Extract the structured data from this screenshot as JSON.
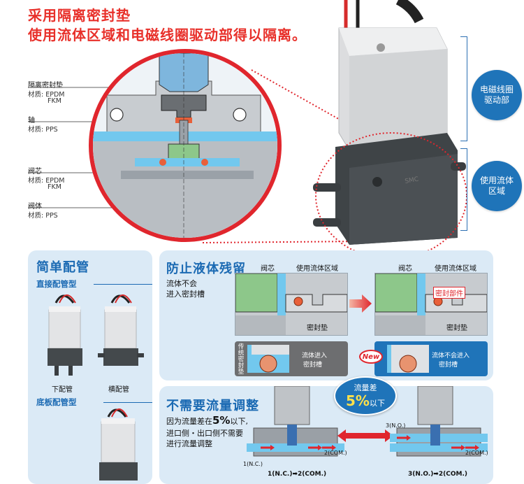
{
  "headline": {
    "line1": "采用隔离密封垫",
    "line2": "使用流体区域和电磁线圈驱动部得以隔离。"
  },
  "callouts": [
    {
      "label": "隔离密封垫",
      "material": "材质: EPDM",
      "material2": "FKM"
    },
    {
      "label": "轴",
      "material": "材质: PPS"
    },
    {
      "label": "阀芯",
      "material": "材质: EPDM",
      "material2": "FKM"
    },
    {
      "label": "阀体",
      "material": "材质: PPS"
    }
  ],
  "badges": {
    "coil": "电磁线圈\n驱动部",
    "fluid": "使用流体\n区域"
  },
  "panel_piping": {
    "title": "简单配管",
    "direct_title": "直接配管型",
    "bottom_label": "下配管",
    "side_label": "横配管",
    "base_title": "底板配管型"
  },
  "panel_residue": {
    "title": "防止液体残留",
    "desc1": "流体不会",
    "desc2": "进入密封槽",
    "left_label_core": "阀芯",
    "left_label_fluid": "使用流体区域",
    "left_label_seal": "密封垫",
    "right_label_core": "阀芯",
    "right_label_fluid": "使用流体区域",
    "right_label_seal_part": "密封部件",
    "right_label_seal": "密封垫",
    "legacy_vertical": "传统密封垫",
    "legacy_text1": "流体进入",
    "legacy_text2": "密封槽",
    "new_badge": "New",
    "new_text1": "流体不会进入",
    "new_text2": "密封槽"
  },
  "panel_flow": {
    "title": "不需要流量调整",
    "desc_pre": "因为流量差在",
    "desc_big": "5%",
    "desc_post": "以下,",
    "desc2": "进口侧・出口侧不需要",
    "desc3": "进行流量调整",
    "badge_line1": "流量差",
    "badge_big": "5%",
    "badge_post": "以下",
    "left_port_in": "1(N.C.)",
    "left_port_out": "2(COM.)",
    "left_caption": "1(N.C.)➡2(COM.)",
    "right_port_in": "3(N.O.)",
    "right_port_out": "2(COM.)",
    "right_caption": "3(N.O.)➡2(COM.)"
  },
  "colors": {
    "accent_red": "#e0262d",
    "brand_blue": "#1f74b9",
    "panel_bg": "#dbeaf6",
    "fluid_blue": "#6fc6ea",
    "core_green": "#8dc78a"
  }
}
